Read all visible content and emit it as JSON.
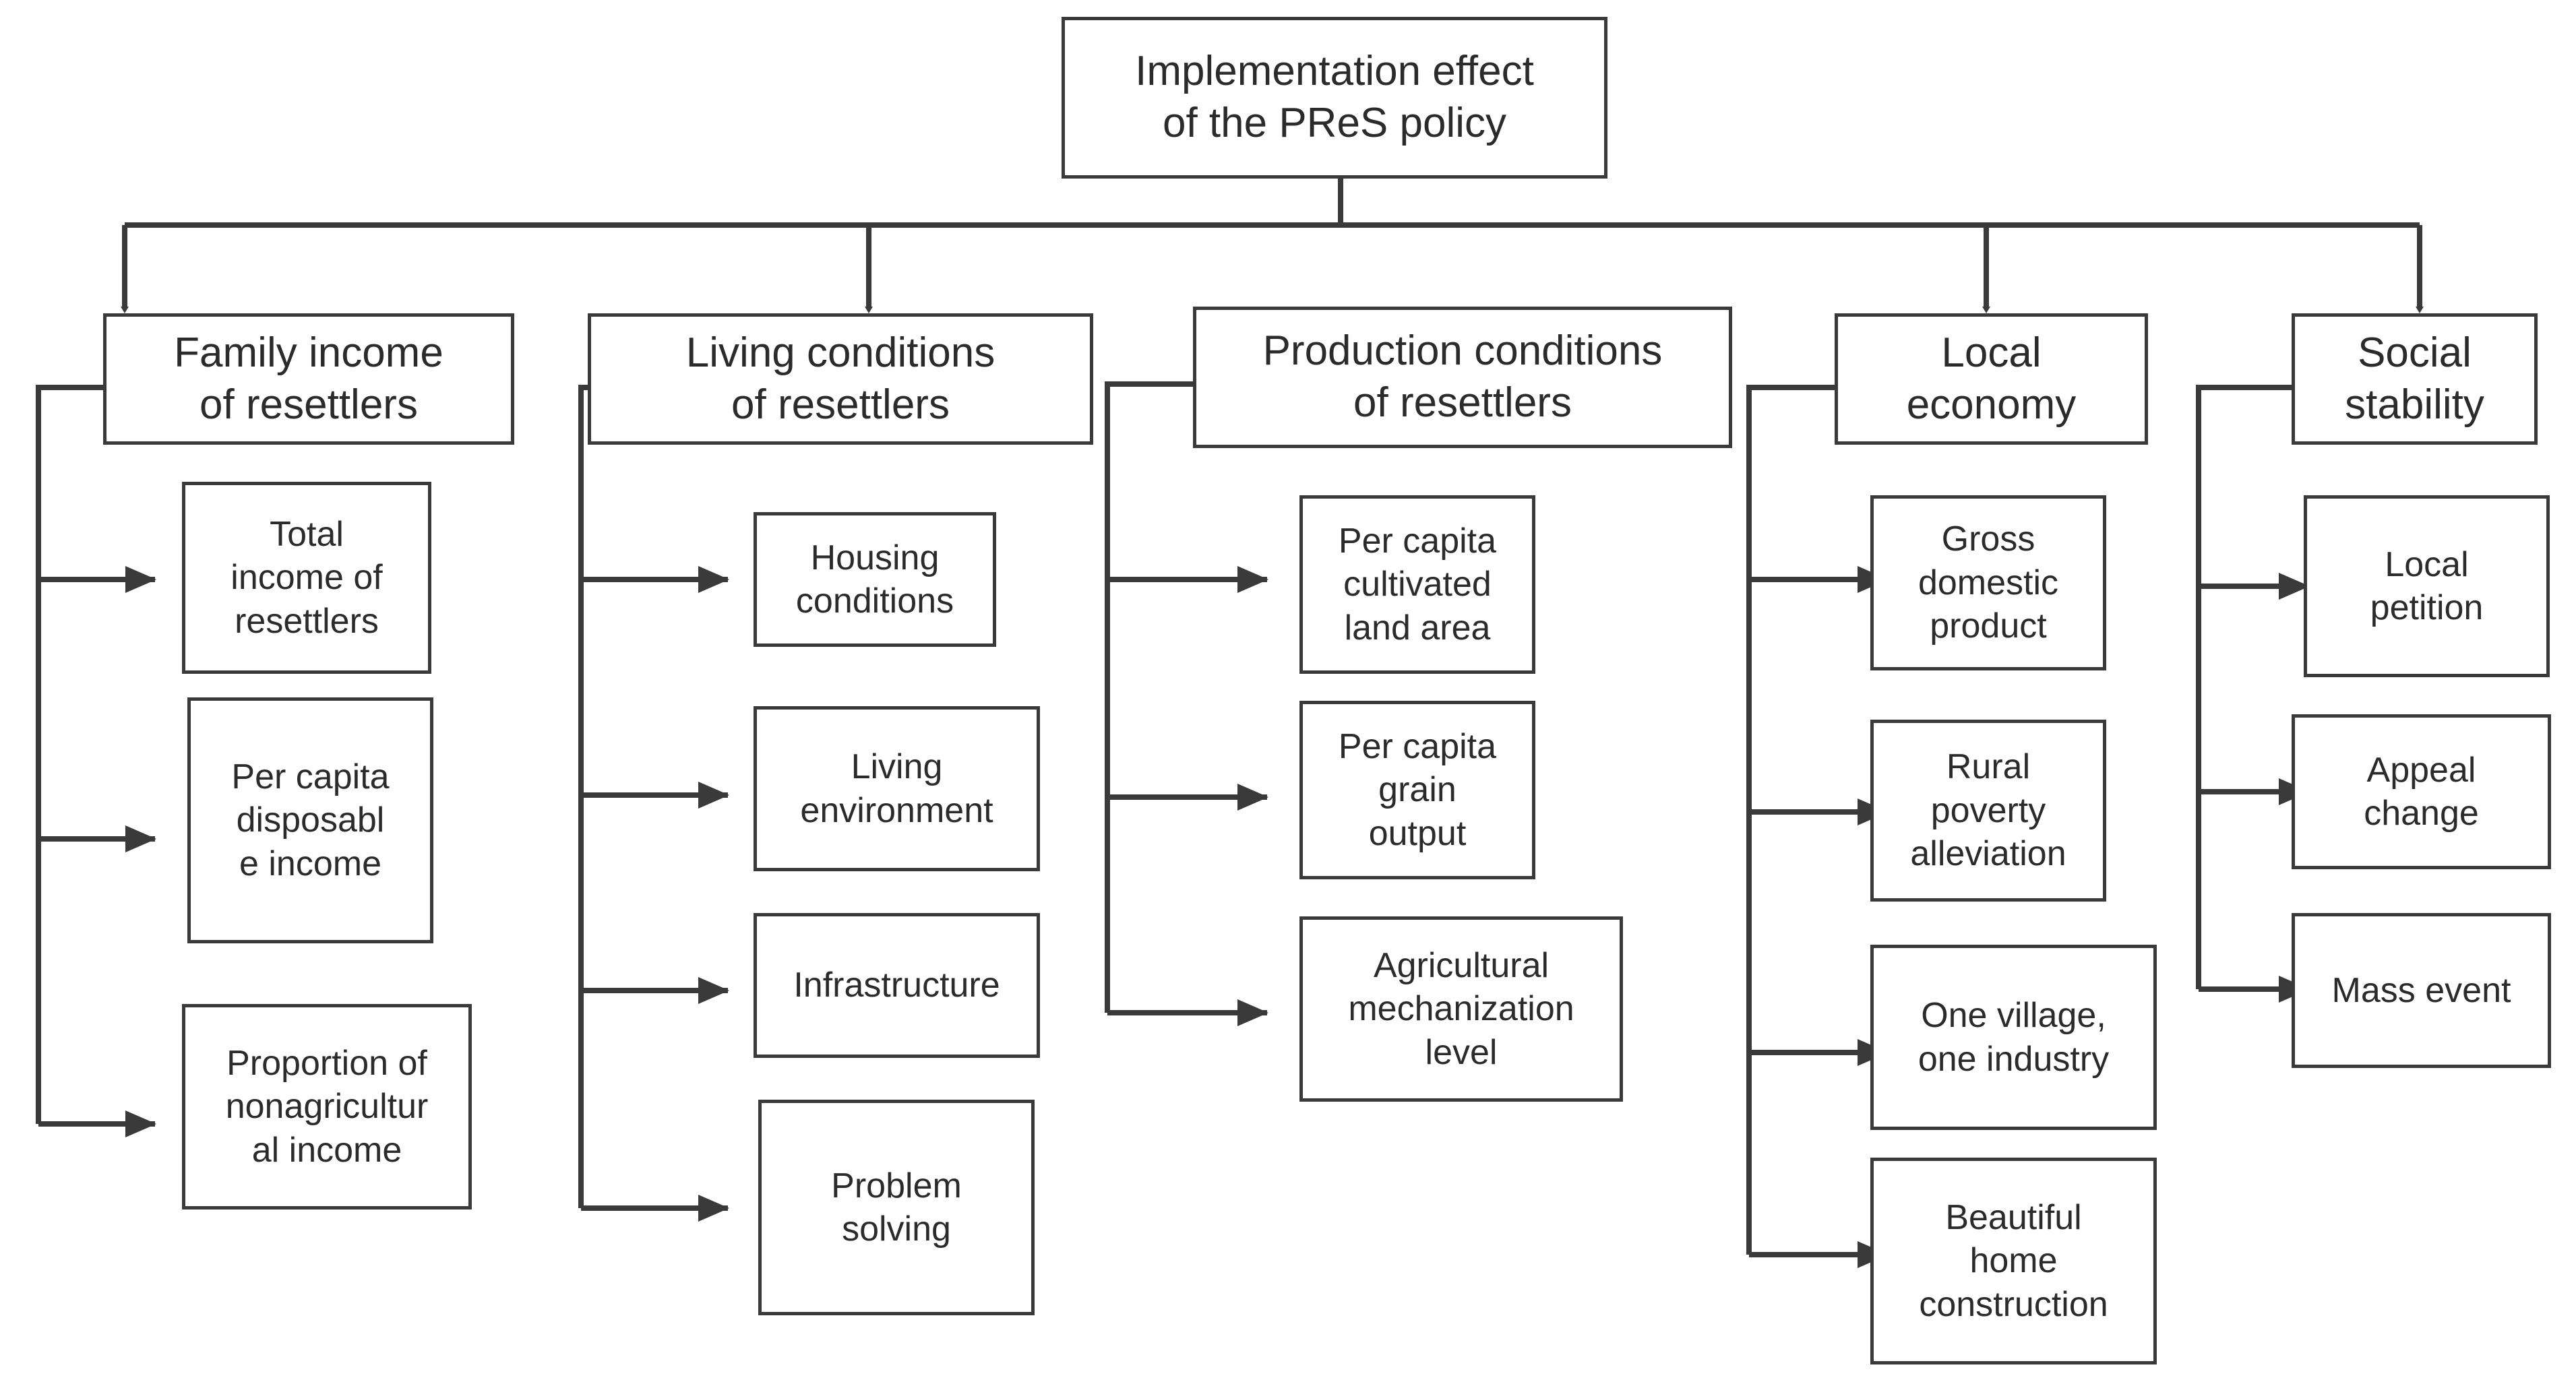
{
  "diagram": {
    "title": "Implementation effect of the PReS policy",
    "type": "hierarchy-tree",
    "colors": {
      "line": "#3a3a3a",
      "text": "#2b2b2b",
      "background": "#ffffff"
    },
    "root": {
      "label": "Implementation effect\nof the PReS policy"
    },
    "branches": [
      {
        "label": "Family income\nof resettlers",
        "children": [
          {
            "label": "Total\nincome of\nresettlers"
          },
          {
            "label": "Per capita\ndisposabl\ne income"
          },
          {
            "label": "Proportion of\nnonagricultur\nal income"
          }
        ]
      },
      {
        "label": "Living conditions\nof resettlers",
        "children": [
          {
            "label": "Housing\nconditions"
          },
          {
            "label": "Living\nenvironment"
          },
          {
            "label": "Infrastructure"
          },
          {
            "label": "Problem\nsolving"
          }
        ]
      },
      {
        "label": "Production conditions\nof resettlers",
        "children": [
          {
            "label": "Per capita\ncultivated\nland area"
          },
          {
            "label": "Per capita\ngrain\noutput"
          },
          {
            "label": "Agricultural\nmechanization\nlevel"
          }
        ]
      },
      {
        "label": "Local\neconomy",
        "children": [
          {
            "label": "Gross\ndomestic\nproduct"
          },
          {
            "label": "Rural\npoverty\nalleviation"
          },
          {
            "label": "One village,\none industry"
          },
          {
            "label": "Beautiful\nhome\nconstruction"
          }
        ]
      },
      {
        "label": "Social\nstability",
        "children": [
          {
            "label": "Local\npetition"
          },
          {
            "label": "Appeal\nchange"
          },
          {
            "label": "Mass event"
          }
        ]
      }
    ]
  }
}
